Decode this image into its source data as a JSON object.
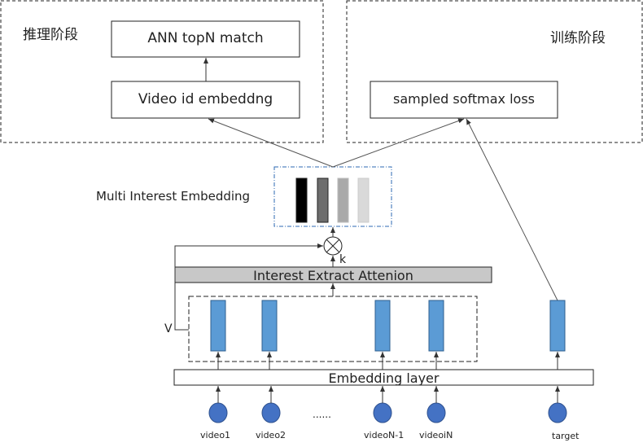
{
  "inference_panel": {
    "title": "推理阶段",
    "top_box": "ANN topN match",
    "bottom_box": "Video id embeddng"
  },
  "training_panel": {
    "title": "训练阶段",
    "box": "sampled softmax loss"
  },
  "multi_interest": {
    "label": "Multi Interest Embedding",
    "bar_colors": [
      "#000000",
      "#6d6d6d",
      "#a9a9a9",
      "#d9d9d9"
    ]
  },
  "multiply_symbol": "⊗",
  "k_label": "k",
  "v_label": "V",
  "attention": {
    "label": "Interest Extract Attenion"
  },
  "embedding_layer": {
    "label": "Embedding layer"
  },
  "colors": {
    "embedding_bar": "#5b9bd5",
    "input_node": "#4472c4",
    "gray_bar": "#c8c8c8"
  },
  "inputs": {
    "items": [
      {
        "label": "video1"
      },
      {
        "label": "video2"
      },
      {
        "label": "videoN-1"
      },
      {
        "label": "videoiN"
      }
    ],
    "ellipsis": "......",
    "target": "target"
  }
}
